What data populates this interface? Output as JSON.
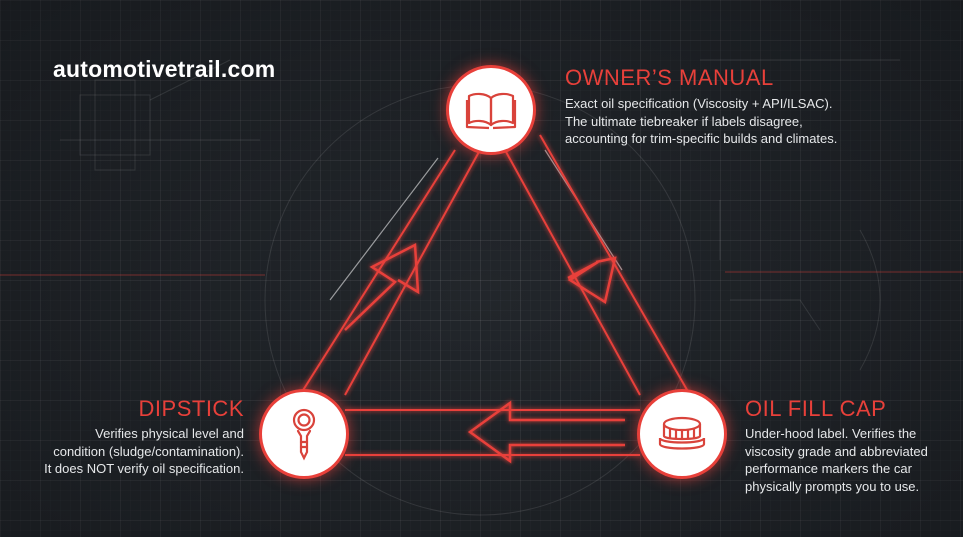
{
  "brand": "automotivetrail.com",
  "owners_manual": {
    "title": "OWNER’S MANUAL",
    "lines": [
      "Exact oil specification (Viscosity + API/ILSAC).",
      "The ultimate tiebreaker if labels disagree,",
      "accounting for trim-specific builds and climates."
    ],
    "icon": "open-book-icon"
  },
  "dipstick": {
    "title": "DIPSTICK",
    "lines": [
      "Verifies physical level and",
      "condition (sludge/contamination).",
      "It does NOT verify oil specification."
    ],
    "icon": "dipstick-icon"
  },
  "oil_fill_cap": {
    "title": "OIL FILL CAP",
    "lines": [
      "Under-hood label. Verifies the",
      "viscosity grade and abbreviated",
      "performance markers the car",
      "physically prompts you to use."
    ],
    "icon": "oil-cap-icon"
  },
  "colors": {
    "accent": "#e8403a",
    "background": "#22262b",
    "text": "#e6e8ea"
  }
}
